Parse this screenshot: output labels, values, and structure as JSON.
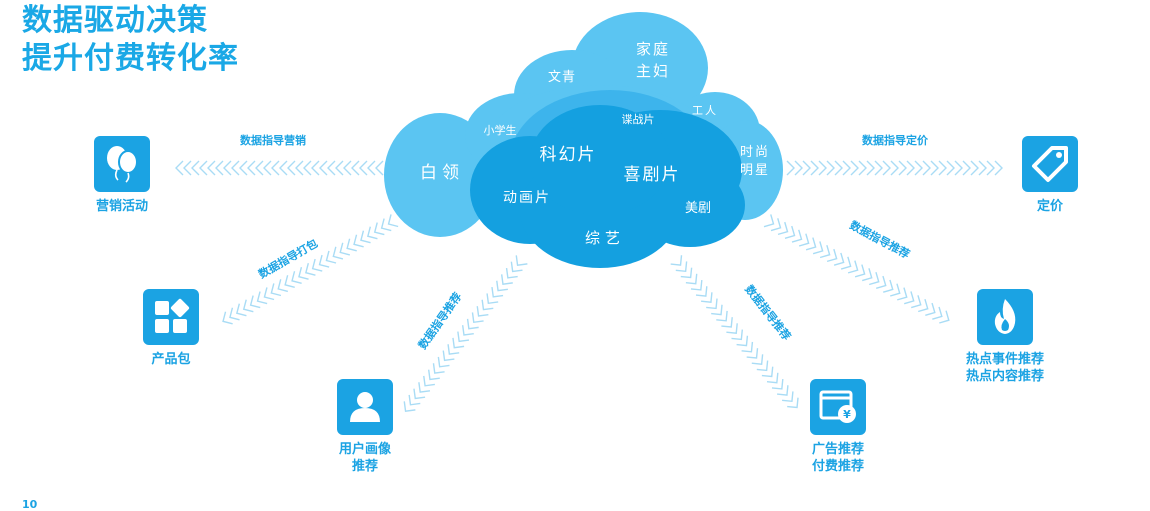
{
  "title": {
    "line1": "数据驱动决策",
    "line2": "提升付费转化率"
  },
  "colors": {
    "accent": "#1ba3e3",
    "cloud_light": "#5bc5f2",
    "cloud_mid": "#3db4ec",
    "cloud_dark": "#14a0e0",
    "chevron": "#a9dcf5"
  },
  "cloud_words": [
    {
      "text": "家庭"
    },
    {
      "text": "主妇"
    },
    {
      "text": "文青"
    },
    {
      "text": "工人"
    },
    {
      "text": "小学生"
    },
    {
      "text": "谍战片"
    },
    {
      "text": "白领"
    },
    {
      "text": "科幻片"
    },
    {
      "text": "时尚"
    },
    {
      "text": "明星"
    },
    {
      "text": "喜剧片"
    },
    {
      "text": "动画片"
    },
    {
      "text": "美剧"
    },
    {
      "text": "综艺"
    }
  ],
  "flows": [
    {
      "label": "数据指导营销"
    },
    {
      "label": "数据指导定价"
    },
    {
      "label": "数据指导打包"
    },
    {
      "label": "数据指导推荐"
    },
    {
      "label": "数据指导推荐"
    },
    {
      "label": "数据指导推荐"
    }
  ],
  "nodes": {
    "marketing": {
      "label": "营销活动",
      "icon": "balloons-icon"
    },
    "pricing": {
      "label": "定价",
      "icon": "price-tag-icon"
    },
    "bundle": {
      "label": "产品包",
      "icon": "package-blocks-icon"
    },
    "user_profile": {
      "label": "用户画像\n推荐",
      "icon": "user-icon"
    },
    "ads": {
      "label": "广告推荐\n付费推荐",
      "icon": "yuan-window-icon"
    },
    "hot": {
      "label": "热点事件推荐\n热点内容推荐",
      "icon": "flame-icon"
    }
  },
  "page_number": "10"
}
